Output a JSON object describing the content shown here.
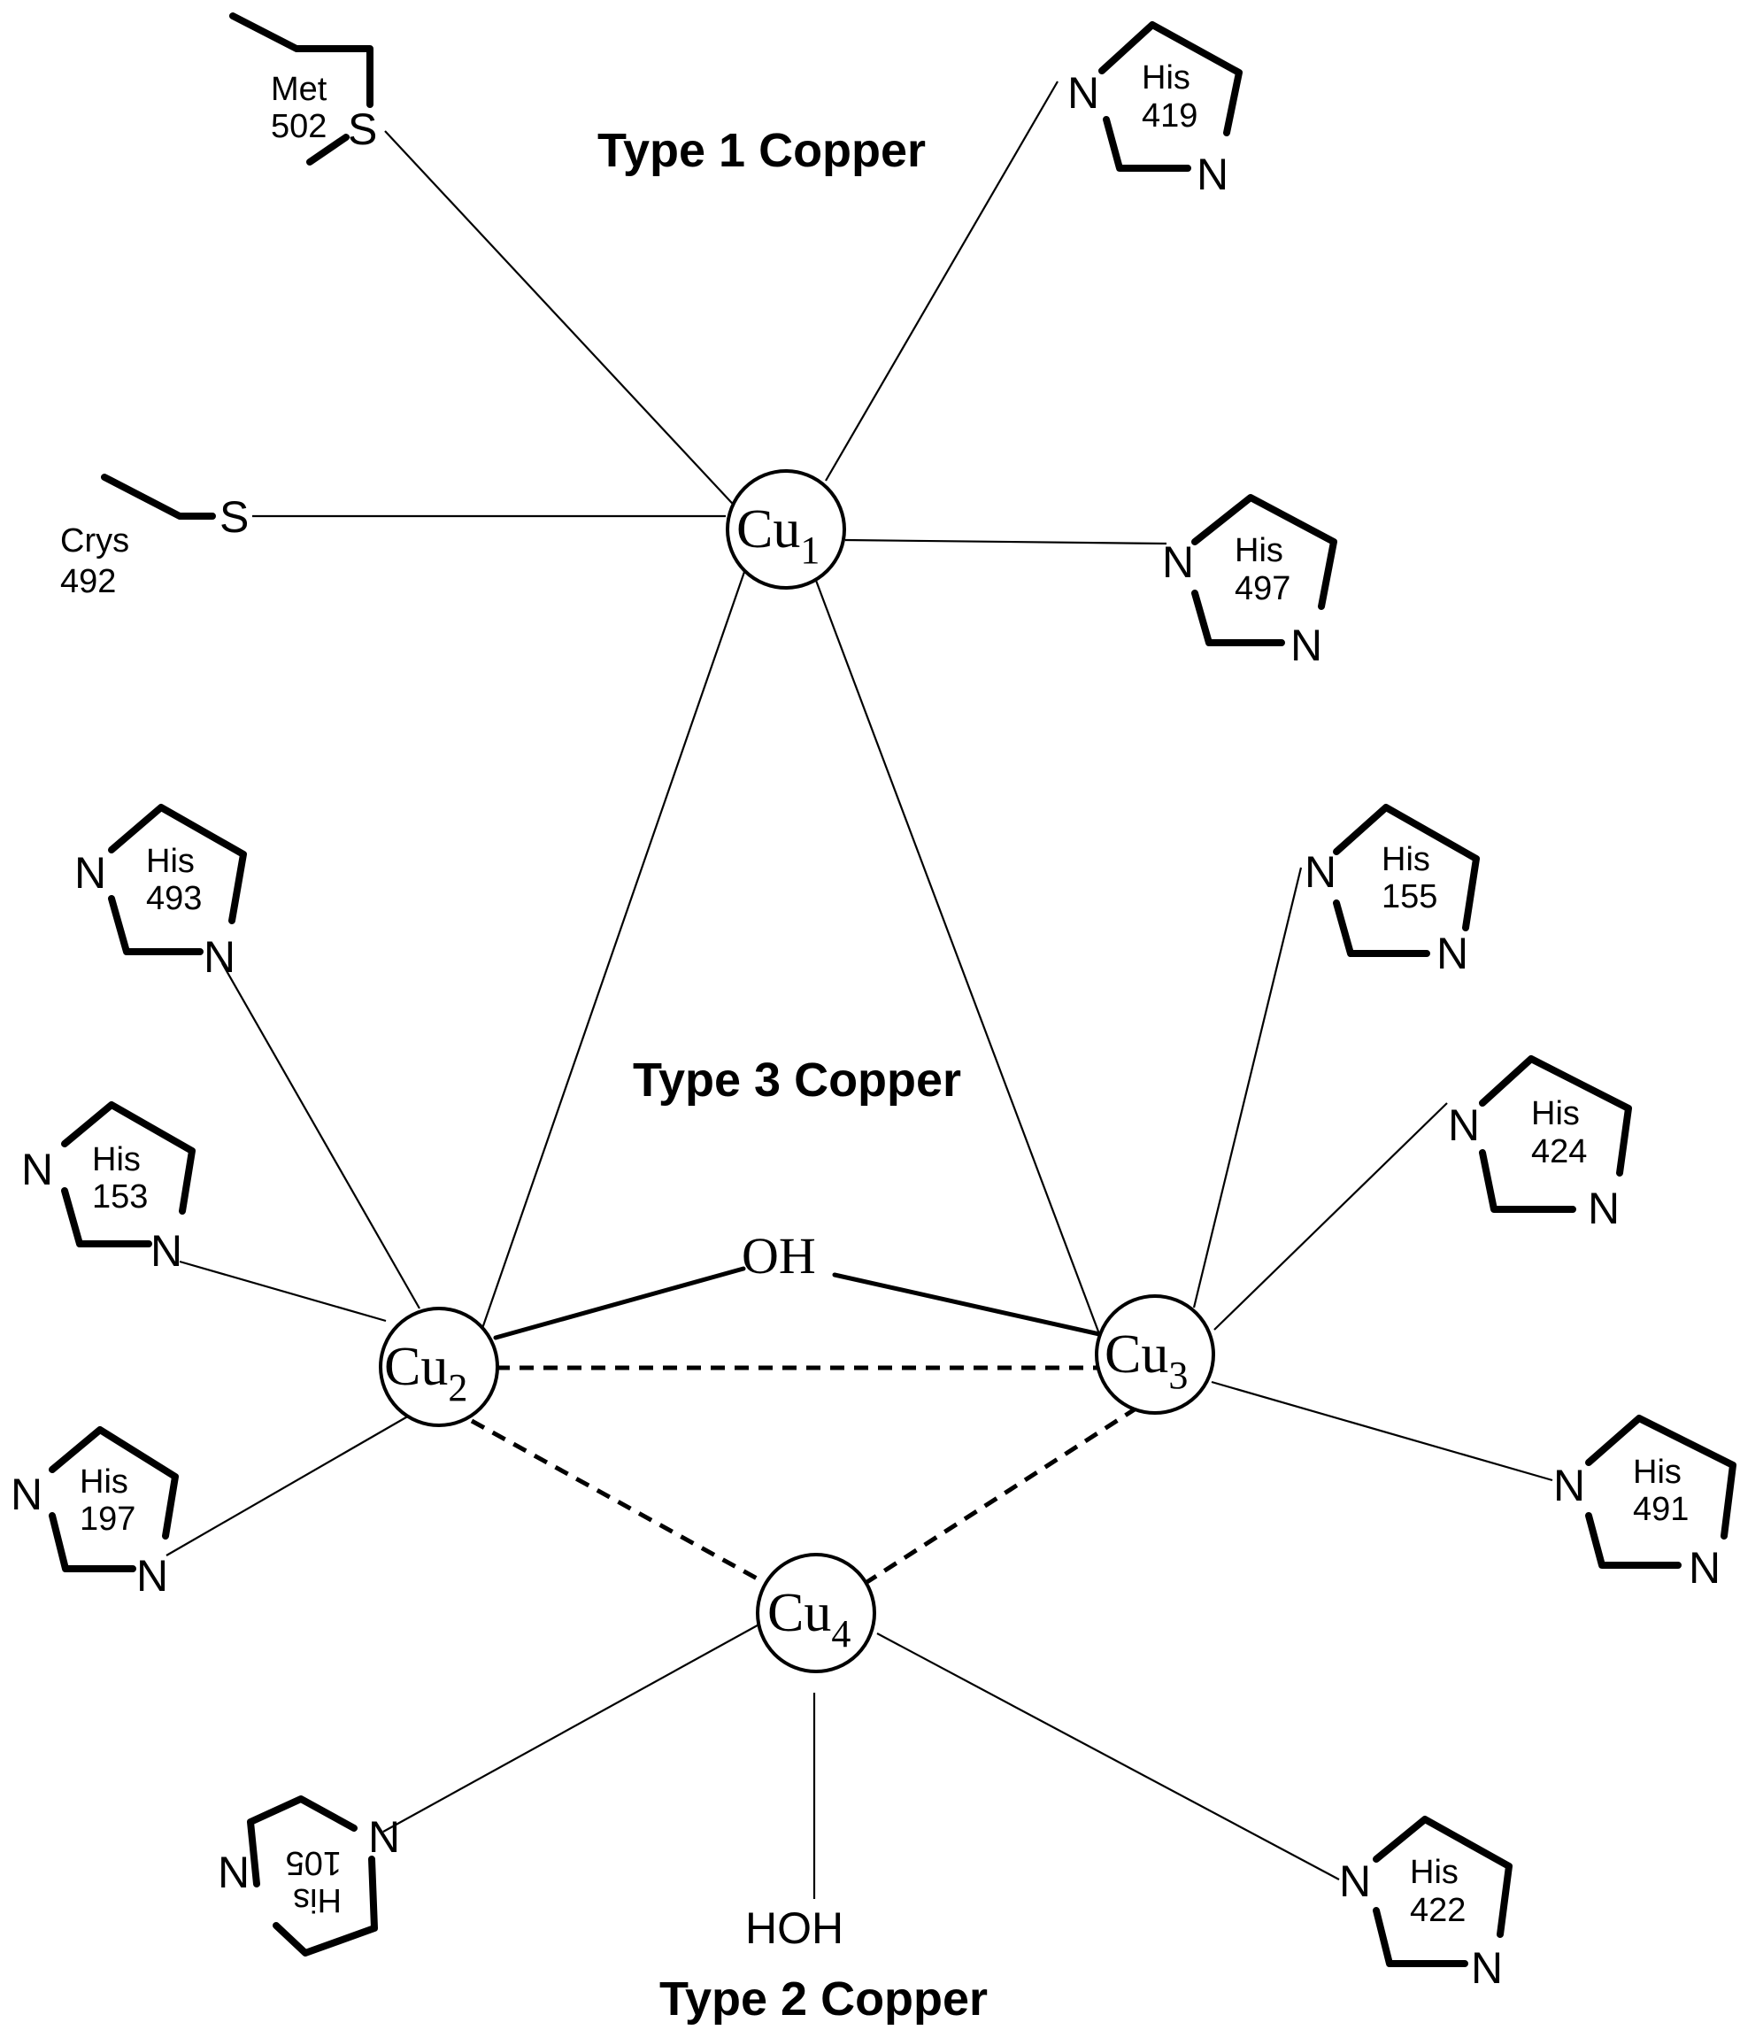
{
  "labels": {
    "type1": "Type 1 Copper",
    "type2": "Type 2 Copper",
    "type3": "Type 3 Copper"
  },
  "copper": {
    "cu1": {
      "symbol": "Cu",
      "index": "1"
    },
    "cu2": {
      "symbol": "Cu",
      "index": "2"
    },
    "cu3": {
      "symbol": "Cu",
      "index": "3"
    },
    "cu4": {
      "symbol": "Cu",
      "index": "4"
    }
  },
  "ligands": {
    "oh": "OH",
    "hoh": "HOH",
    "sulfur": "S",
    "nitrogen": "N"
  },
  "residues": {
    "met502": {
      "name": "Met",
      "num": "502"
    },
    "crys492": {
      "name": "Crys",
      "num": "492"
    },
    "his419": {
      "name": "His",
      "num": "419"
    },
    "his497": {
      "name": "His",
      "num": "497"
    },
    "his493": {
      "name": "His",
      "num": "493"
    },
    "his153": {
      "name": "His",
      "num": "153"
    },
    "his197": {
      "name": "His",
      "num": "197"
    },
    "his155": {
      "name": "His",
      "num": "155"
    },
    "his424": {
      "name": "His",
      "num": "424"
    },
    "his491": {
      "name": "His",
      "num": "491"
    },
    "his422": {
      "name": "His",
      "num": "422"
    },
    "his105": {
      "name": "His",
      "num": "105"
    }
  }
}
